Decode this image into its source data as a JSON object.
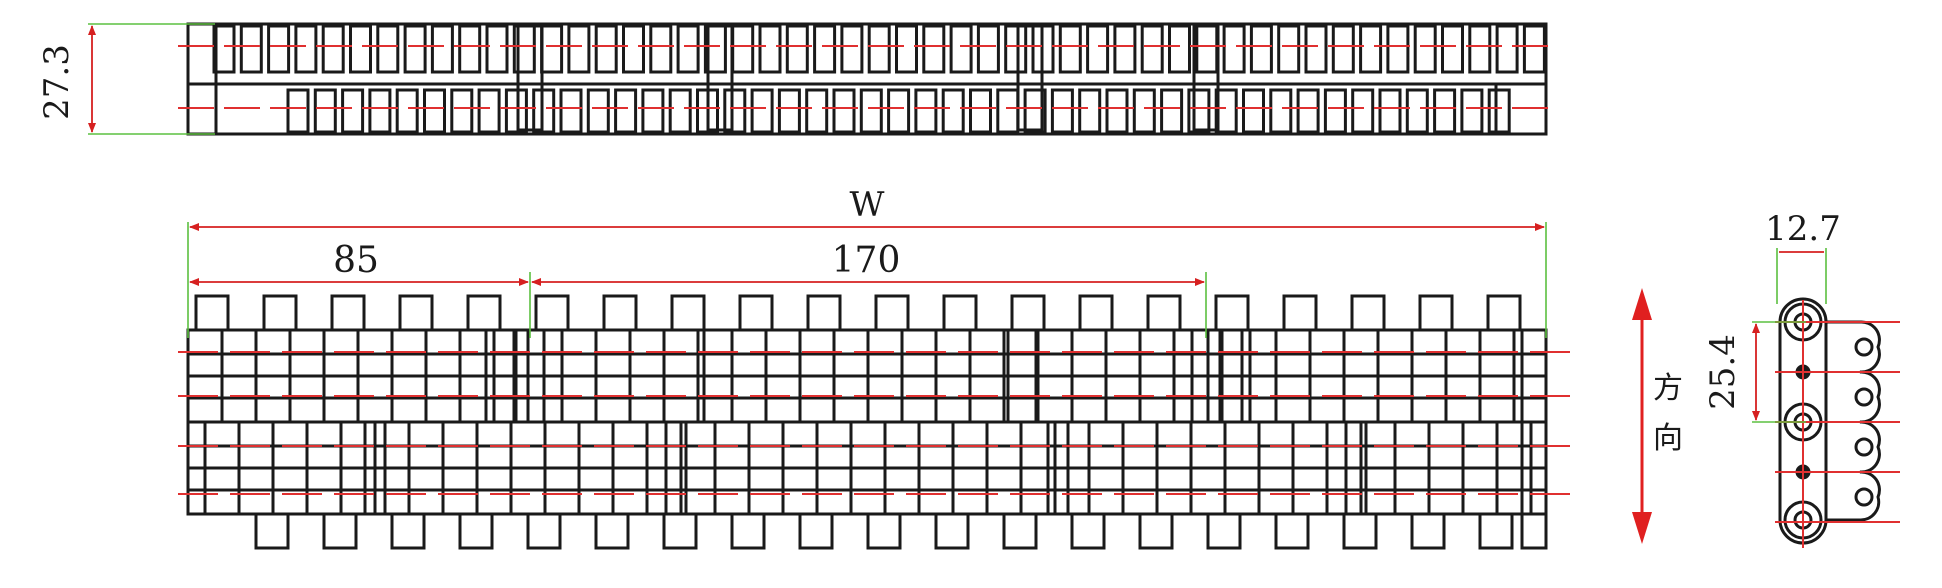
{
  "colors": {
    "outline": "#1a1a1a",
    "centerline": "#e03030",
    "dimension": "#d62020",
    "extension": "#5cc040",
    "arrow": "#e02020"
  },
  "dimensions": {
    "thickness": "27.3",
    "width": "W",
    "module": "85",
    "double_module": "170",
    "pitch_horizontal": "12.7",
    "pitch_vertical": "25.4"
  },
  "direction": {
    "line1": "方",
    "line2": "向"
  }
}
